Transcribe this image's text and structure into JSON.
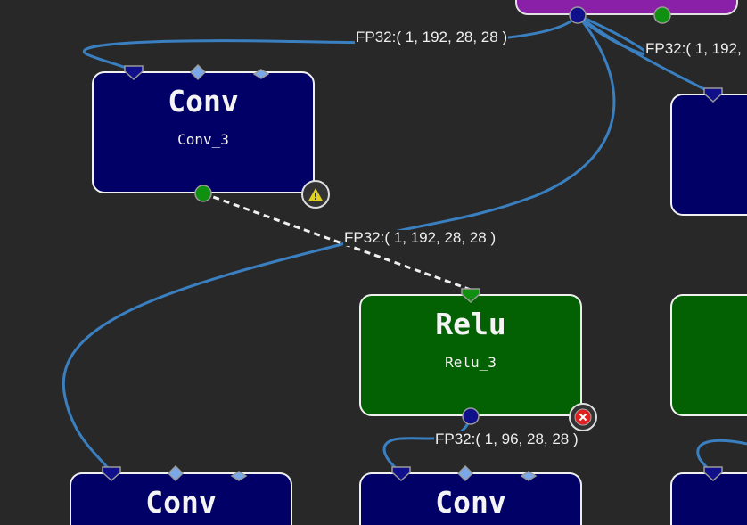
{
  "nodes": [
    {
      "op": "Conv",
      "name": "Conv_3",
      "color": "#000066",
      "status": "warning"
    },
    {
      "op": "Relu",
      "name": "Relu_3",
      "color": "#036003",
      "status": "error"
    },
    {
      "op": "Conv"
    },
    {
      "op": "Conv"
    }
  ],
  "edges": {
    "e1": "FP32:( 1, 192, 28, 28 )",
    "e2": "FP32:( 1, 192,",
    "e3": "FP32:( 1, 192, 28, 28 )",
    "e4": "FP32:( 1, 96, 28, 28 )"
  },
  "colors": {
    "background": "#282828",
    "edge": "#3a7fc0",
    "warning": "#e0d020",
    "error": "#e02020"
  }
}
